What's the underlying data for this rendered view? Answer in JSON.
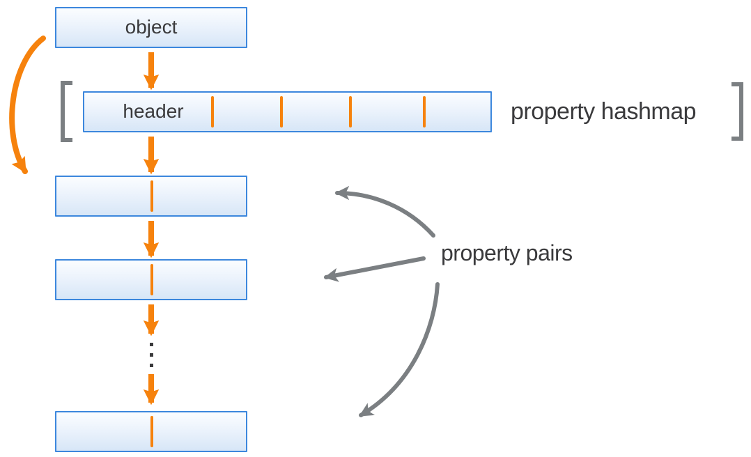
{
  "title": "object property hashmap diagram",
  "object_box": {
    "label": "object"
  },
  "hashmap": {
    "header_label": "header",
    "caption": "property hashmap",
    "slot_divider_count": 4
  },
  "property_pairs": {
    "caption": "property pairs",
    "visible_box_count": 3,
    "pointer_arrow_count": 3
  },
  "icons": {
    "down_arrows": "orange-down-arrow",
    "object_to_first_pair": "orange-curved-arrow",
    "pairs_pointers": "gray-curved-arrow",
    "continuation": "vertical-ellipsis",
    "brackets": "square-bracket-pair"
  },
  "colors": {
    "box_border": "#3c87dd",
    "box_fill_top": "#fbfdff",
    "box_fill_mid": "#ecf3fc",
    "box_fill_bottom": "#d7e6f7",
    "accent_orange": "#f6820d",
    "arrow_gray": "#7b7f82",
    "text_color": "#3a3a3c",
    "background": "#ffffff"
  }
}
